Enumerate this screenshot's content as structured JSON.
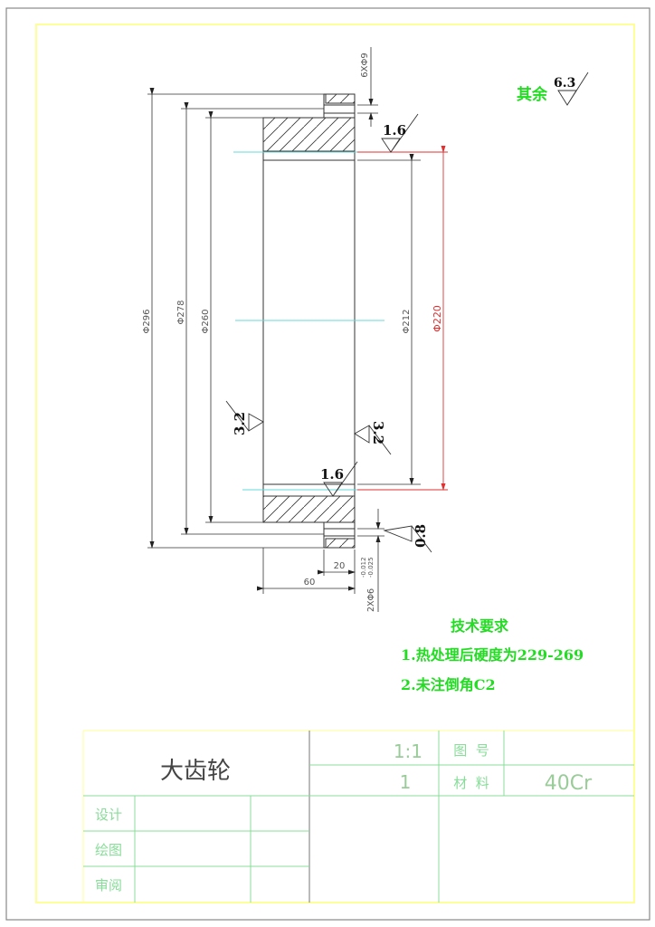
{
  "drawing": {
    "part_name": "大齿轮",
    "other_roughness_label": "其余",
    "other_roughness_value": "6.3",
    "dimensions": {
      "d296": "Φ296",
      "d278": "Φ278",
      "d260": "Φ260",
      "d212": "Φ212",
      "d220": "Φ220",
      "holes_top": "6XΦ9",
      "holes_bottom": "2XΦ6",
      "tol_upper": "-0.012",
      "tol_lower": "-0.025",
      "width_60": "60",
      "width_20": "20"
    },
    "roughness": {
      "top_bore": "1.6",
      "bottom_bore": "1.6",
      "left_face": "3.2",
      "right_face": "3.2",
      "pin_hole": "0.8"
    },
    "tech_requirements": {
      "title": "技术要求",
      "items": [
        "1.热处理后硬度为229-269",
        "2.未注倒角C2"
      ]
    },
    "colors": {
      "outline": "#333333",
      "centerline": "#66d9d9",
      "red_dim": "#e03030",
      "green_note": "#22dd22",
      "title_block": "#88dd99",
      "frame": "#ffffa0"
    }
  },
  "title_block": {
    "name": "大齿轮",
    "scale": "1:1",
    "drawing_no_label": "图  号",
    "drawing_no_value": "",
    "quantity": "1",
    "material_label": "材  料",
    "material_value": "40Cr",
    "rows": [
      {
        "label": "设计"
      },
      {
        "label": "绘图"
      },
      {
        "label": "审阅"
      }
    ]
  }
}
